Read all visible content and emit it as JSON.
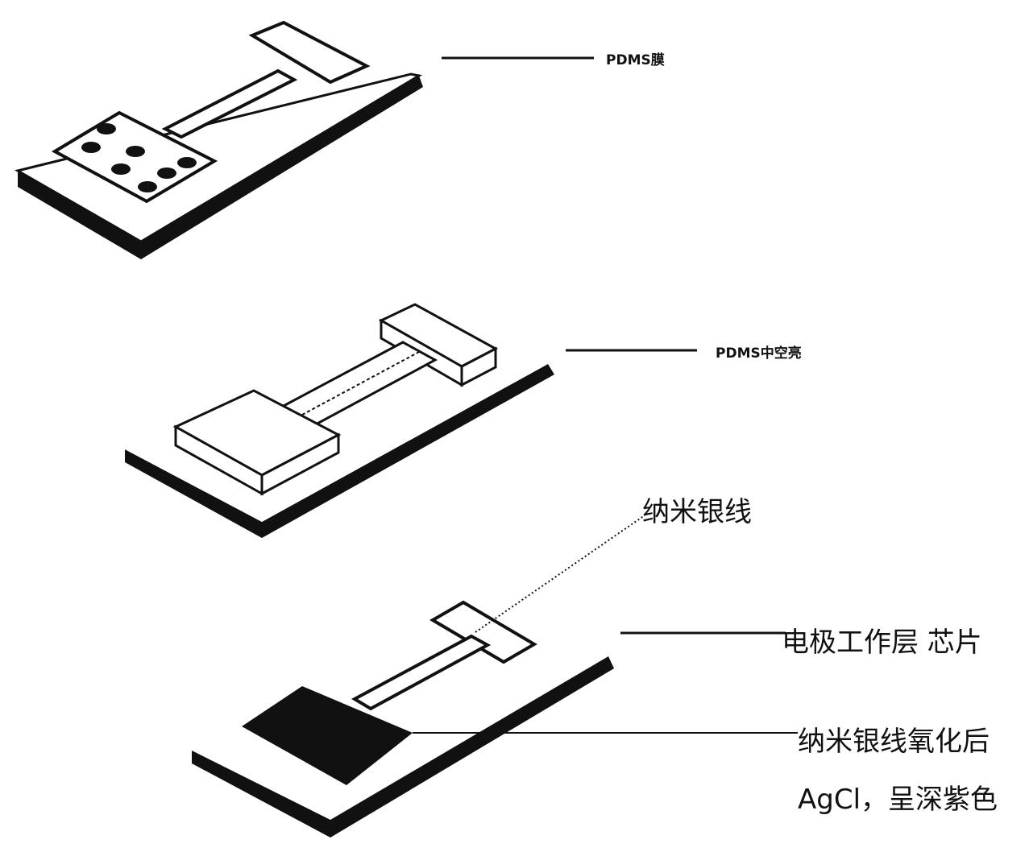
{
  "labels": {
    "pdms_film": "PDMS膜",
    "pdms_hollow": "PDMS中空亮",
    "nano_wire": "纳米银线",
    "electrode_chip": "电极工作层 芯片",
    "oxidized_line1": "纳米银线氧化后",
    "oxidized_line2": "AgCl，呈深紫色"
  },
  "colors": {
    "ink": "#111111",
    "paper": "#ffffff"
  }
}
